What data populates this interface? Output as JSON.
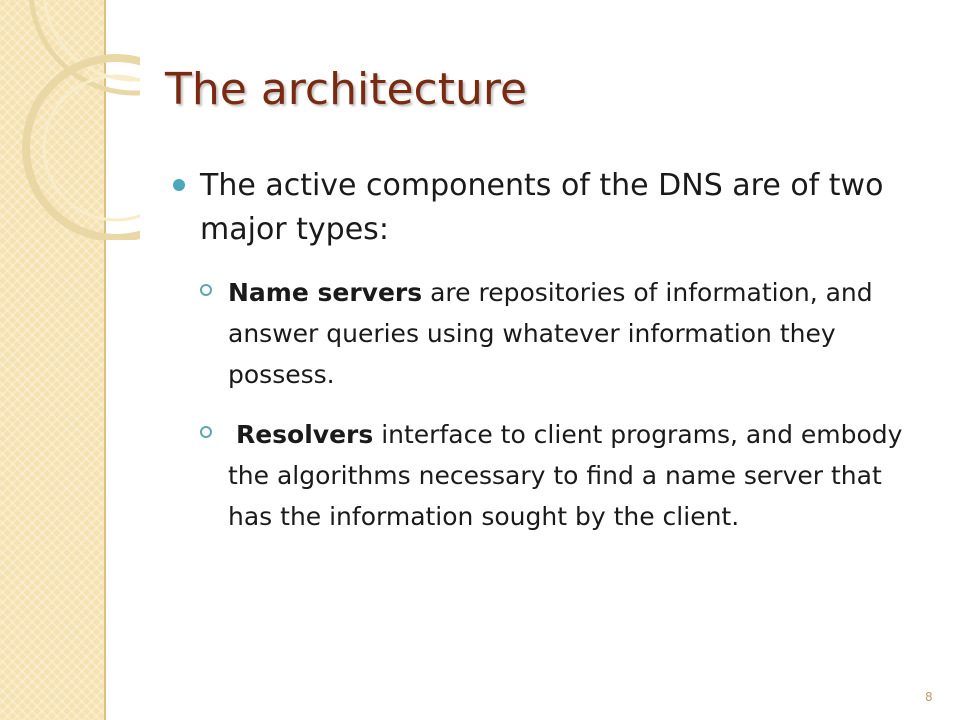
{
  "slide": {
    "title": "The architecture",
    "bullet": "The active components of the DNS are of two major types:",
    "sub_items": [
      {
        "bold": "Name servers",
        "text": " are repositories of information, and answer queries using whatever information they possess."
      },
      {
        "bold": "Resolvers",
        "text": " interface to client programs, and embody the algorithms necessary to find a name server that has the information sought by the client."
      }
    ],
    "page_number": "8"
  },
  "colors": {
    "title": "#7b2a12",
    "bullet": "#4aa7bd",
    "side_band": "#f5e2b0"
  }
}
